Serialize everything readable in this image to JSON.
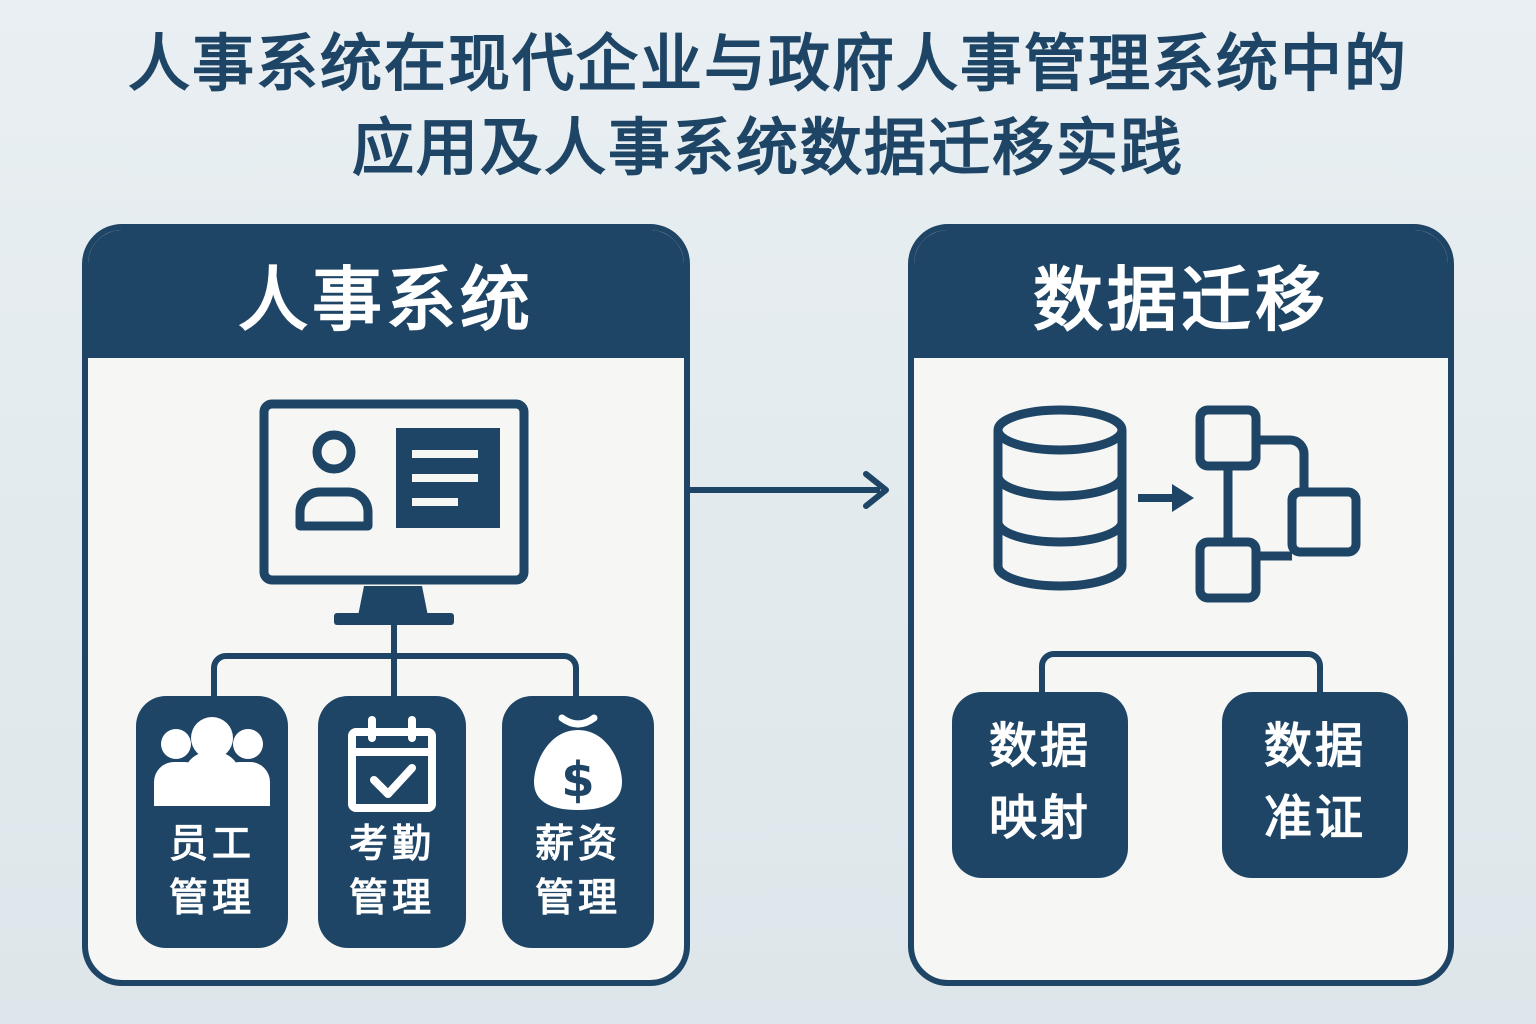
{
  "title": {
    "line1": "人事系统在现代企业与政府人事管理系统中的",
    "line2": "应用及人事系统数据迁移实践"
  },
  "left_panel": {
    "header": "人事系统",
    "modules": [
      {
        "line1": "员工",
        "line2": "管理",
        "icon": "group-icon"
      },
      {
        "line1": "考勤",
        "line2": "管理",
        "icon": "calendar-check-icon"
      },
      {
        "line1": "薪资",
        "line2": "管理",
        "icon": "money-bag-icon"
      }
    ]
  },
  "right_panel": {
    "header": "数据迁移",
    "steps": [
      {
        "line1": "数据",
        "line2": "映射"
      },
      {
        "line1": "数据",
        "line2": "准证"
      }
    ]
  },
  "colors": {
    "primary": "#1e4565",
    "panel_bg": "#f6f6f5",
    "page_bg": "#e4ebee"
  }
}
